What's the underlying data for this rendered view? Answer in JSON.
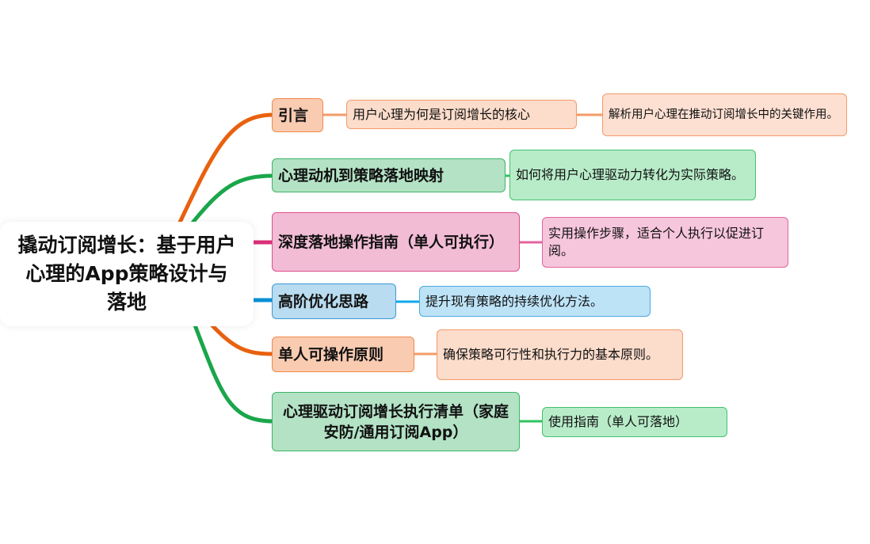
{
  "root": {
    "title": "撬动订阅增长：基于用户心理的App策略设计与落地"
  },
  "branches": [
    {
      "label": "引言",
      "children": [
        "用户心理为何是订阅增长的核心",
        "解析用户心理在推动订阅增长中的关键作用。"
      ],
      "color": "#e8610f"
    },
    {
      "label": "心理动机到策略落地映射",
      "children": [
        "如何将用户心理驱动力转化为实际策略。"
      ],
      "color": "#1aa64a"
    },
    {
      "label": "深度落地操作指南（单人可执行）",
      "children": [
        "实用操作步骤，适合个人执行以促进订阅。"
      ],
      "color": "#d92f78"
    },
    {
      "label": "高阶优化思路",
      "children": [
        "提升现有策略的持续优化方法。"
      ],
      "color": "#0a8fd6"
    },
    {
      "label": "单人可操作原则",
      "children": [
        "确保策略可行性和执行力的基本原则。"
      ],
      "color": "#e8610f"
    },
    {
      "label": "心理驱动订阅增长执行清单（家庭安防/通用订阅App）",
      "children": [
        "使用指南（单人可落地）"
      ],
      "color": "#1aa64a"
    }
  ]
}
